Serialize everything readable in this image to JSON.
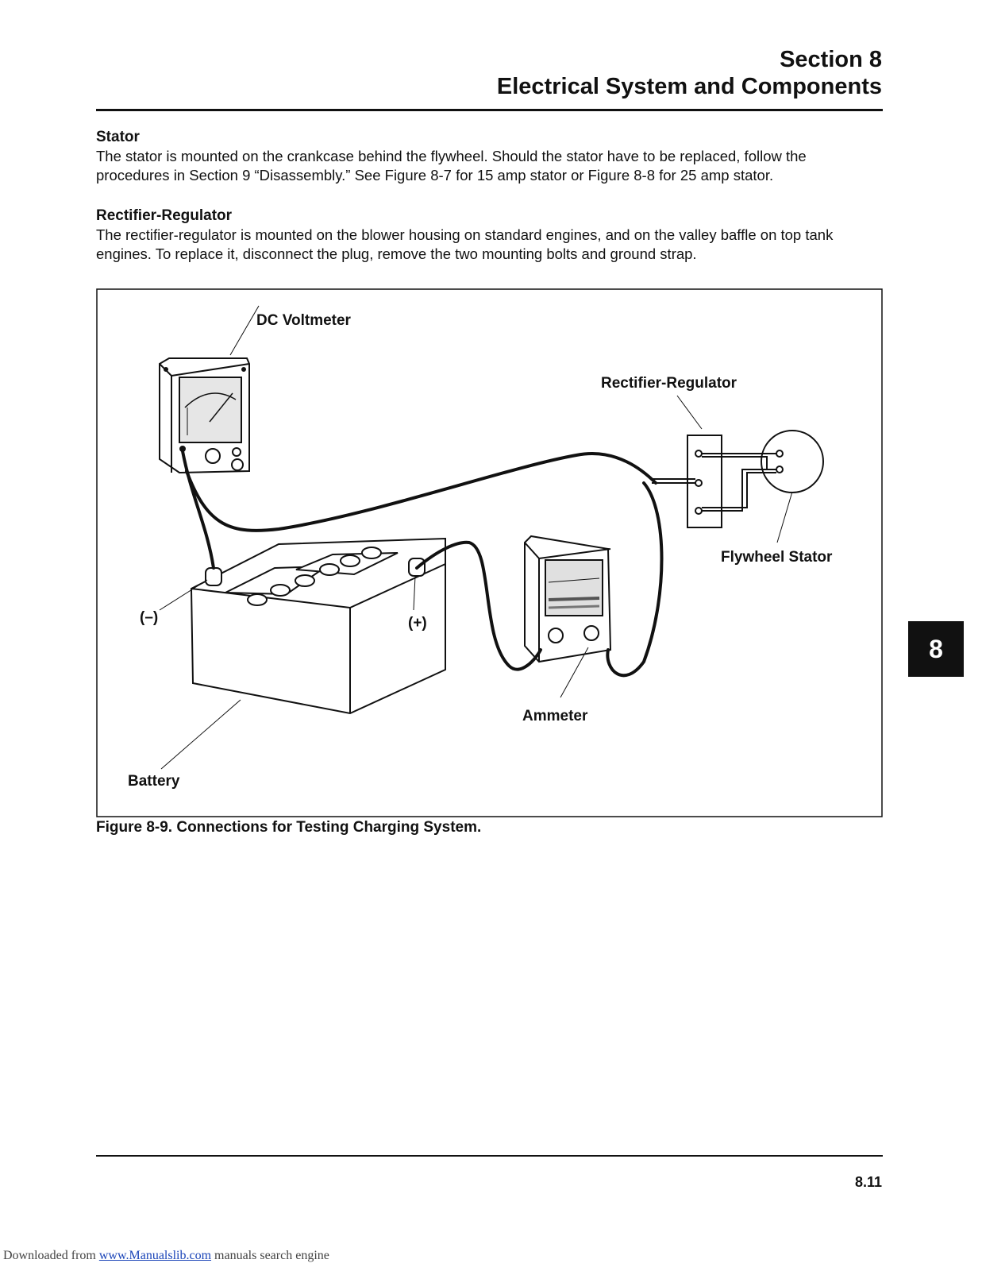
{
  "header": {
    "section": "Section 8",
    "title": "Electrical System and Components"
  },
  "stator": {
    "heading": "Stator",
    "body": "The stator is mounted on the crankcase behind the flywheel. Should the stator have to be replaced, follow the procedures in Section 9 “Disassembly.” See Figure 8-7 for 15 amp stator or Figure 8-8 for 25 amp stator."
  },
  "rectifier": {
    "heading": "Rectifier-Regulator",
    "body": "The rectifier-regulator is mounted on the blower housing on standard engines, and on the valley baffle on top tank engines. To replace it, disconnect the plug, remove the two mounting bolts and ground strap."
  },
  "figure": {
    "labels": {
      "dc_voltmeter": "DC Voltmeter",
      "rectifier_regulator": "Rectifier-Regulator",
      "flywheel_stator": "Flywheel Stator",
      "negative": "(–)",
      "positive": "(+)",
      "ammeter": "Ammeter",
      "battery": "Battery"
    },
    "caption": "Figure 8-9. Connections for Testing Charging System."
  },
  "tab_marker": "8",
  "page_number": "8.11",
  "footer": {
    "prefix": "Downloaded from ",
    "link": "www.Manualslib.com",
    "suffix": "  manuals search engine"
  }
}
